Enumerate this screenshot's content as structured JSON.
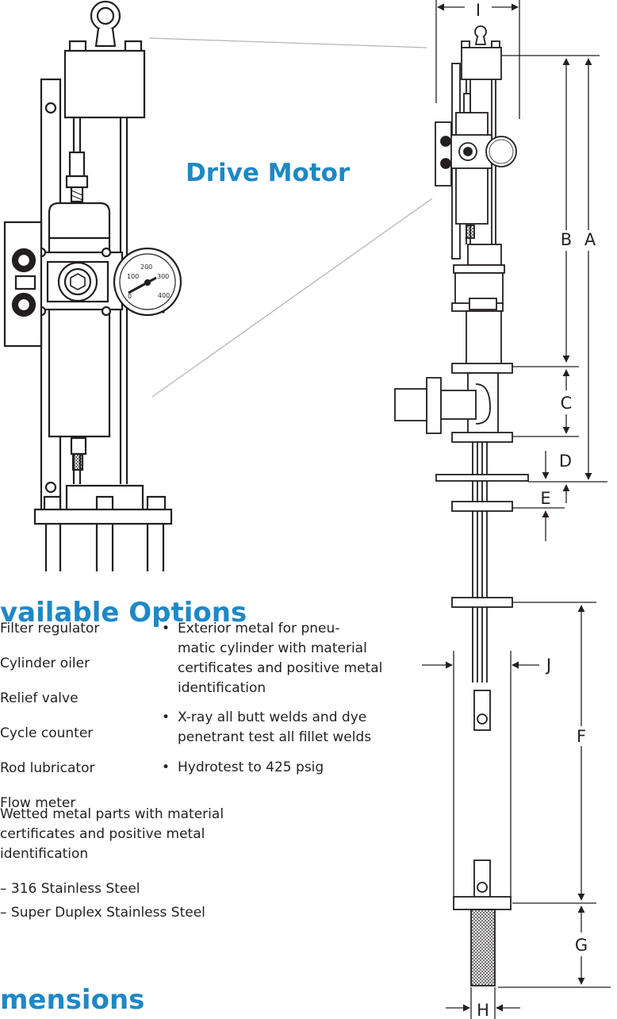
{
  "drive_motor_label": "Drive Motor",
  "options": {
    "heading": "vailable Options",
    "left_column": [
      "Filter regulator",
      "Cylinder oiler",
      "Relief valve",
      "Cycle counter",
      "Rod lubricator",
      "Flow meter"
    ],
    "right_column": [
      [
        "Exterior metal for pneu-",
        "matic cylinder with material",
        "certificates and positive metal",
        "identification"
      ],
      [
        "X-ray all butt welds and dye",
        "penetrant test all fillet welds"
      ],
      [
        "Hydrotest to 425 psig"
      ]
    ],
    "wetted": [
      "Wetted metal parts with material",
      "certificates and positive metal",
      "identification"
    ],
    "sub_items": [
      "– 316 Stainless Steel",
      "– Super Duplex Stainless Steel"
    ]
  },
  "dimensions_heading": "mensions",
  "gauge_ticks": [
    "100",
    "200",
    "300",
    "400",
    "0"
  ],
  "dimension_labels": {
    "A": "A",
    "B": "B",
    "C": "C",
    "D": "D",
    "E": "E",
    "F": "F",
    "G": "G",
    "H": "H",
    "I": "I",
    "J": "J"
  },
  "colors": {
    "heading": "#1e88c6",
    "line": "#231f20",
    "leader": "#b5b5b5"
  }
}
